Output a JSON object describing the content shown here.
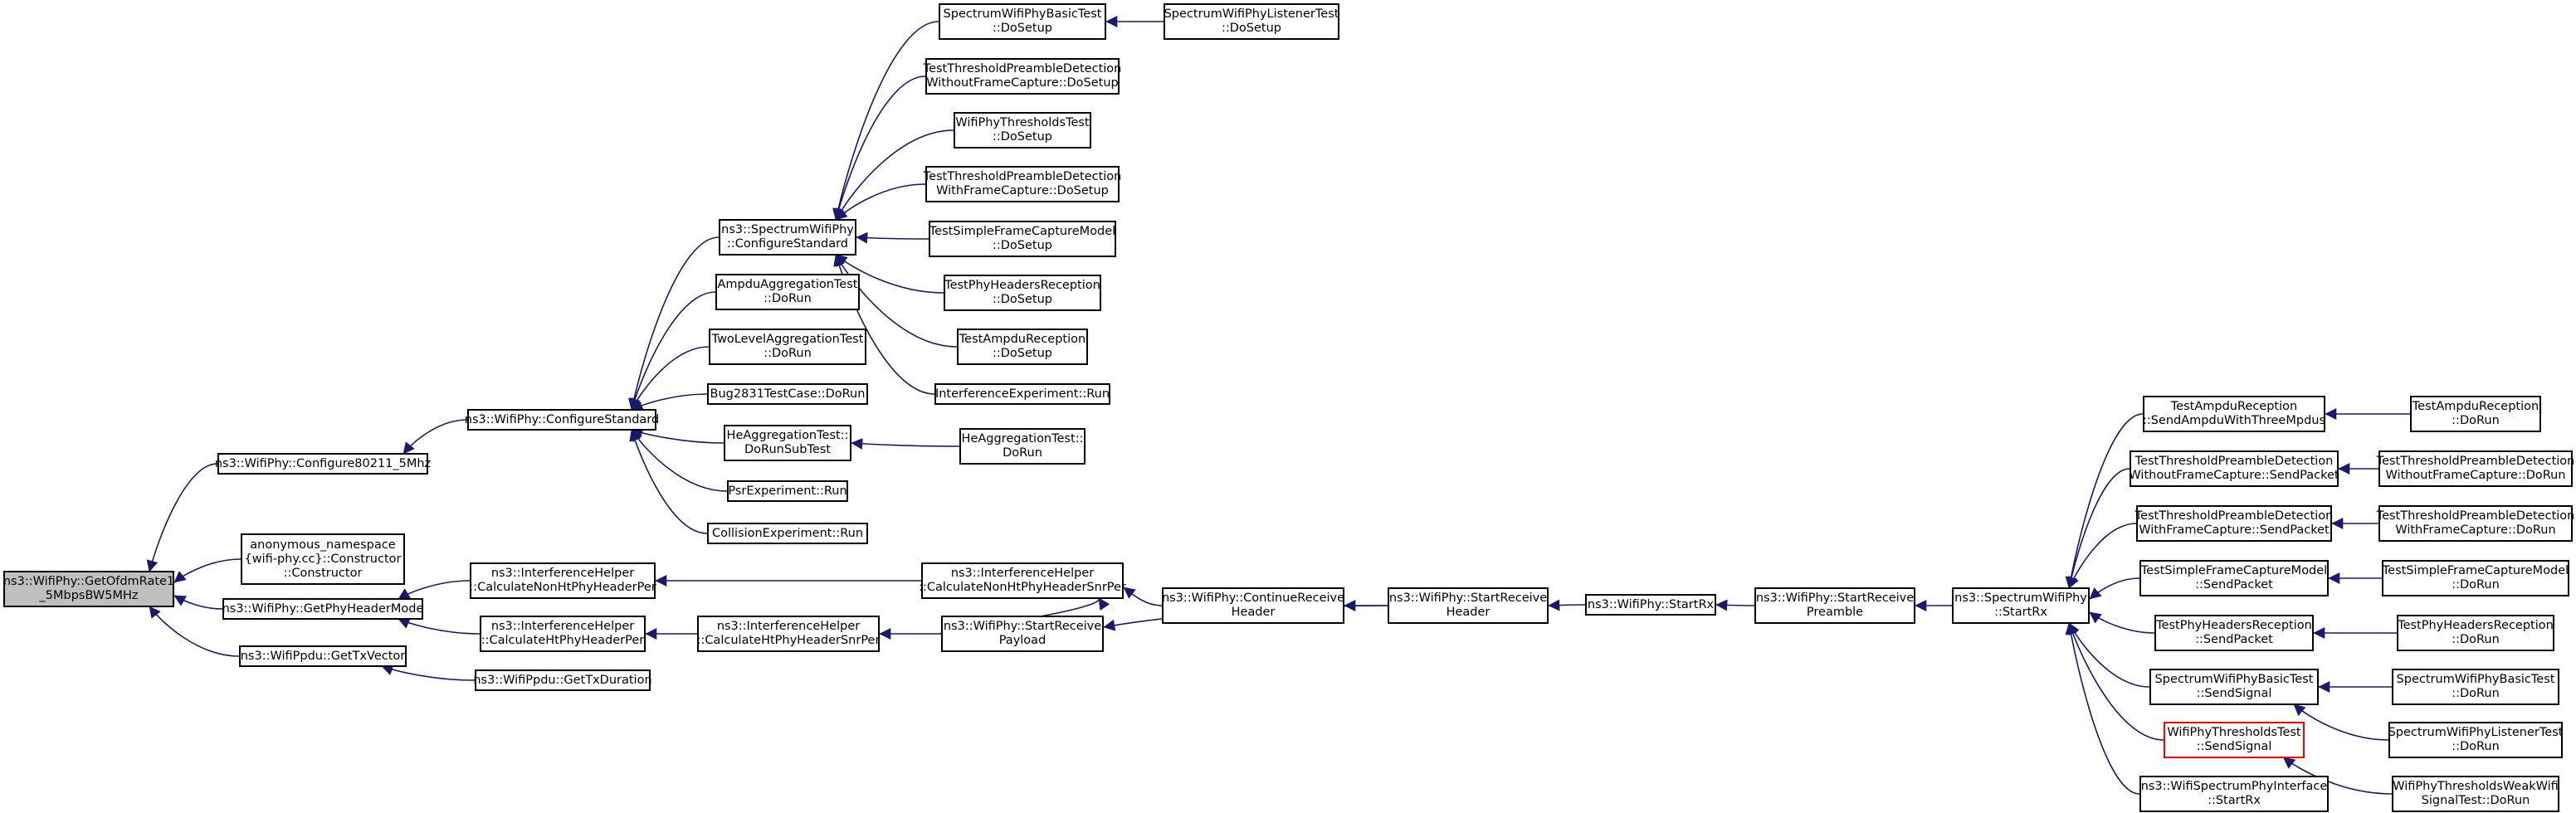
{
  "colors": {
    "edge": "#191970",
    "border": "#000000",
    "root_fill": "#bfbfbf",
    "highlight_border": "#ff0000"
  },
  "nodes": {
    "n0": {
      "l1": "ns3::WifiPhy::GetOfdmRate1",
      "l2": "_5MbpsBW5MHz"
    },
    "n1": {
      "l1": "ns3::WifiPhy::Configure80211_5Mhz"
    },
    "n2": {
      "l1": "anonymous_namespace",
      "l2": "{wifi-phy.cc}::Constructor",
      "l3": "::Constructor"
    },
    "n3": {
      "l1": "ns3::WifiPhy::GetPhyHeaderMode"
    },
    "n4": {
      "l1": "ns3::WifiPpdu::GetTxVector"
    },
    "n5": {
      "l1": "ns3::WifiPhy::ConfigureStandard"
    },
    "n6": {
      "l1": "ns3::SpectrumWifiPhy",
      "l2": "::ConfigureStandard"
    },
    "n7": {
      "l1": "AmpduAggregationTest",
      "l2": "::DoRun"
    },
    "n8": {
      "l1": "TwoLevelAggregationTest",
      "l2": "::DoRun"
    },
    "n9": {
      "l1": "Bug2831TestCase::DoRun"
    },
    "n10": {
      "l1": "HeAggregationTest::",
      "l2": "DoRunSubTest"
    },
    "n11": {
      "l1": "PsrExperiment::Run"
    },
    "n12": {
      "l1": "CollisionExperiment::Run"
    },
    "n13": {
      "l1": "SpectrumWifiPhyBasicTest",
      "l2": "::DoSetup"
    },
    "n14": {
      "l1": "TestThresholdPreambleDetection",
      "l2": "WithoutFrameCapture::DoSetup"
    },
    "n15": {
      "l1": "WifiPhyThresholdsTest",
      "l2": "::DoSetup"
    },
    "n16": {
      "l1": "TestThresholdPreambleDetection",
      "l2": "WithFrameCapture::DoSetup"
    },
    "n17": {
      "l1": "TestSimpleFrameCaptureModel",
      "l2": "::DoSetup"
    },
    "n18": {
      "l1": "TestPhyHeadersReception",
      "l2": "::DoSetup"
    },
    "n19": {
      "l1": "TestAmpduReception",
      "l2": "::DoSetup"
    },
    "n20": {
      "l1": "InterferenceExperiment::Run"
    },
    "n21": {
      "l1": "SpectrumWifiPhyListenerTest",
      "l2": "::DoSetup"
    },
    "n22": {
      "l1": "HeAggregationTest::",
      "l2": "DoRun"
    },
    "n23": {
      "l1": "ns3::InterferenceHelper",
      "l2": "::CalculateNonHtPhyHeaderPer"
    },
    "n24": {
      "l1": "ns3::InterferenceHelper",
      "l2": "::CalculateHtPhyHeaderPer"
    },
    "n25": {
      "l1": "ns3::WifiPpdu::GetTxDuration"
    },
    "n26": {
      "l1": "ns3::InterferenceHelper",
      "l2": "::CalculateNonHtPhyHeaderSnrPer"
    },
    "n27": {
      "l1": "ns3::InterferenceHelper",
      "l2": "::CalculateHtPhyHeaderSnrPer"
    },
    "n28": {
      "l1": "ns3::WifiPhy::StartReceive",
      "l2": "Payload"
    },
    "n29": {
      "l1": "ns3::WifiPhy::ContinueReceive",
      "l2": "Header"
    },
    "n30": {
      "l1": "ns3::WifiPhy::StartReceive",
      "l2": "Header"
    },
    "n31": {
      "l1": "ns3::WifiPhy::StartRx"
    },
    "n32": {
      "l1": "ns3::WifiPhy::StartReceive",
      "l2": "Preamble"
    },
    "n33": {
      "l1": "ns3::SpectrumWifiPhy",
      "l2": "::StartRx"
    },
    "n34": {
      "l1": "TestAmpduReception",
      "l2": "::SendAmpduWithThreeMpdus"
    },
    "n35": {
      "l1": "TestThresholdPreambleDetection",
      "l2": "WithoutFrameCapture::SendPacket"
    },
    "n36": {
      "l1": "TestThresholdPreambleDetection",
      "l2": "WithFrameCapture::SendPacket"
    },
    "n37": {
      "l1": "TestSimpleFrameCaptureModel",
      "l2": "::SendPacket"
    },
    "n38": {
      "l1": "TestPhyHeadersReception",
      "l2": "::SendPacket"
    },
    "n39": {
      "l1": "SpectrumWifiPhyBasicTest",
      "l2": "::SendSignal"
    },
    "n40": {
      "l1": "WifiPhyThresholdsTest",
      "l2": "::SendSignal"
    },
    "n41": {
      "l1": "ns3::WifiSpectrumPhyInterface",
      "l2": "::StartRx"
    },
    "n42": {
      "l1": "TestAmpduReception",
      "l2": "::DoRun"
    },
    "n43": {
      "l1": "TestThresholdPreambleDetection",
      "l2": "WithoutFrameCapture::DoRun"
    },
    "n44": {
      "l1": "TestThresholdPreambleDetection",
      "l2": "WithFrameCapture::DoRun"
    },
    "n45": {
      "l1": "TestSimpleFrameCaptureModel",
      "l2": "::DoRun"
    },
    "n46": {
      "l1": "TestPhyHeadersReception",
      "l2": "::DoRun"
    },
    "n47": {
      "l1": "SpectrumWifiPhyBasicTest",
      "l2": "::DoRun"
    },
    "n48": {
      "l1": "SpectrumWifiPhyListenerTest",
      "l2": "::DoRun"
    },
    "n49": {
      "l1": "WifiPhyThresholdsWeakWifi",
      "l2": "SignalTest::DoRun"
    }
  },
  "edges": [
    [
      "n1",
      "n0"
    ],
    [
      "n2",
      "n0"
    ],
    [
      "n3",
      "n0"
    ],
    [
      "n4",
      "n0"
    ],
    [
      "n5",
      "n1"
    ],
    [
      "n6",
      "n5"
    ],
    [
      "n7",
      "n5"
    ],
    [
      "n8",
      "n5"
    ],
    [
      "n9",
      "n5"
    ],
    [
      "n10",
      "n5"
    ],
    [
      "n11",
      "n5"
    ],
    [
      "n12",
      "n5"
    ],
    [
      "n13",
      "n6"
    ],
    [
      "n14",
      "n6"
    ],
    [
      "n15",
      "n6"
    ],
    [
      "n16",
      "n6"
    ],
    [
      "n17",
      "n6"
    ],
    [
      "n18",
      "n6"
    ],
    [
      "n19",
      "n6"
    ],
    [
      "n20",
      "n6"
    ],
    [
      "n21",
      "n13"
    ],
    [
      "n22",
      "n10"
    ],
    [
      "n23",
      "n3"
    ],
    [
      "n24",
      "n3"
    ],
    [
      "n25",
      "n4"
    ],
    [
      "n26",
      "n23"
    ],
    [
      "n27",
      "n24"
    ],
    [
      "n28",
      "n26"
    ],
    [
      "n29",
      "n26"
    ],
    [
      "n28",
      "n27"
    ],
    [
      "n30",
      "n29"
    ],
    [
      "n30",
      "n28"
    ],
    [
      "n31",
      "n30"
    ],
    [
      "n32",
      "n31"
    ],
    [
      "n33",
      "n32"
    ],
    [
      "n34",
      "n33"
    ],
    [
      "n35",
      "n33"
    ],
    [
      "n36",
      "n33"
    ],
    [
      "n37",
      "n33"
    ],
    [
      "n38",
      "n33"
    ],
    [
      "n39",
      "n33"
    ],
    [
      "n40",
      "n33"
    ],
    [
      "n41",
      "n33"
    ],
    [
      "n42",
      "n34"
    ],
    [
      "n43",
      "n35"
    ],
    [
      "n44",
      "n36"
    ],
    [
      "n45",
      "n37"
    ],
    [
      "n46",
      "n38"
    ],
    [
      "n47",
      "n39"
    ],
    [
      "n48",
      "n39"
    ],
    [
      "n49",
      "n40"
    ]
  ]
}
